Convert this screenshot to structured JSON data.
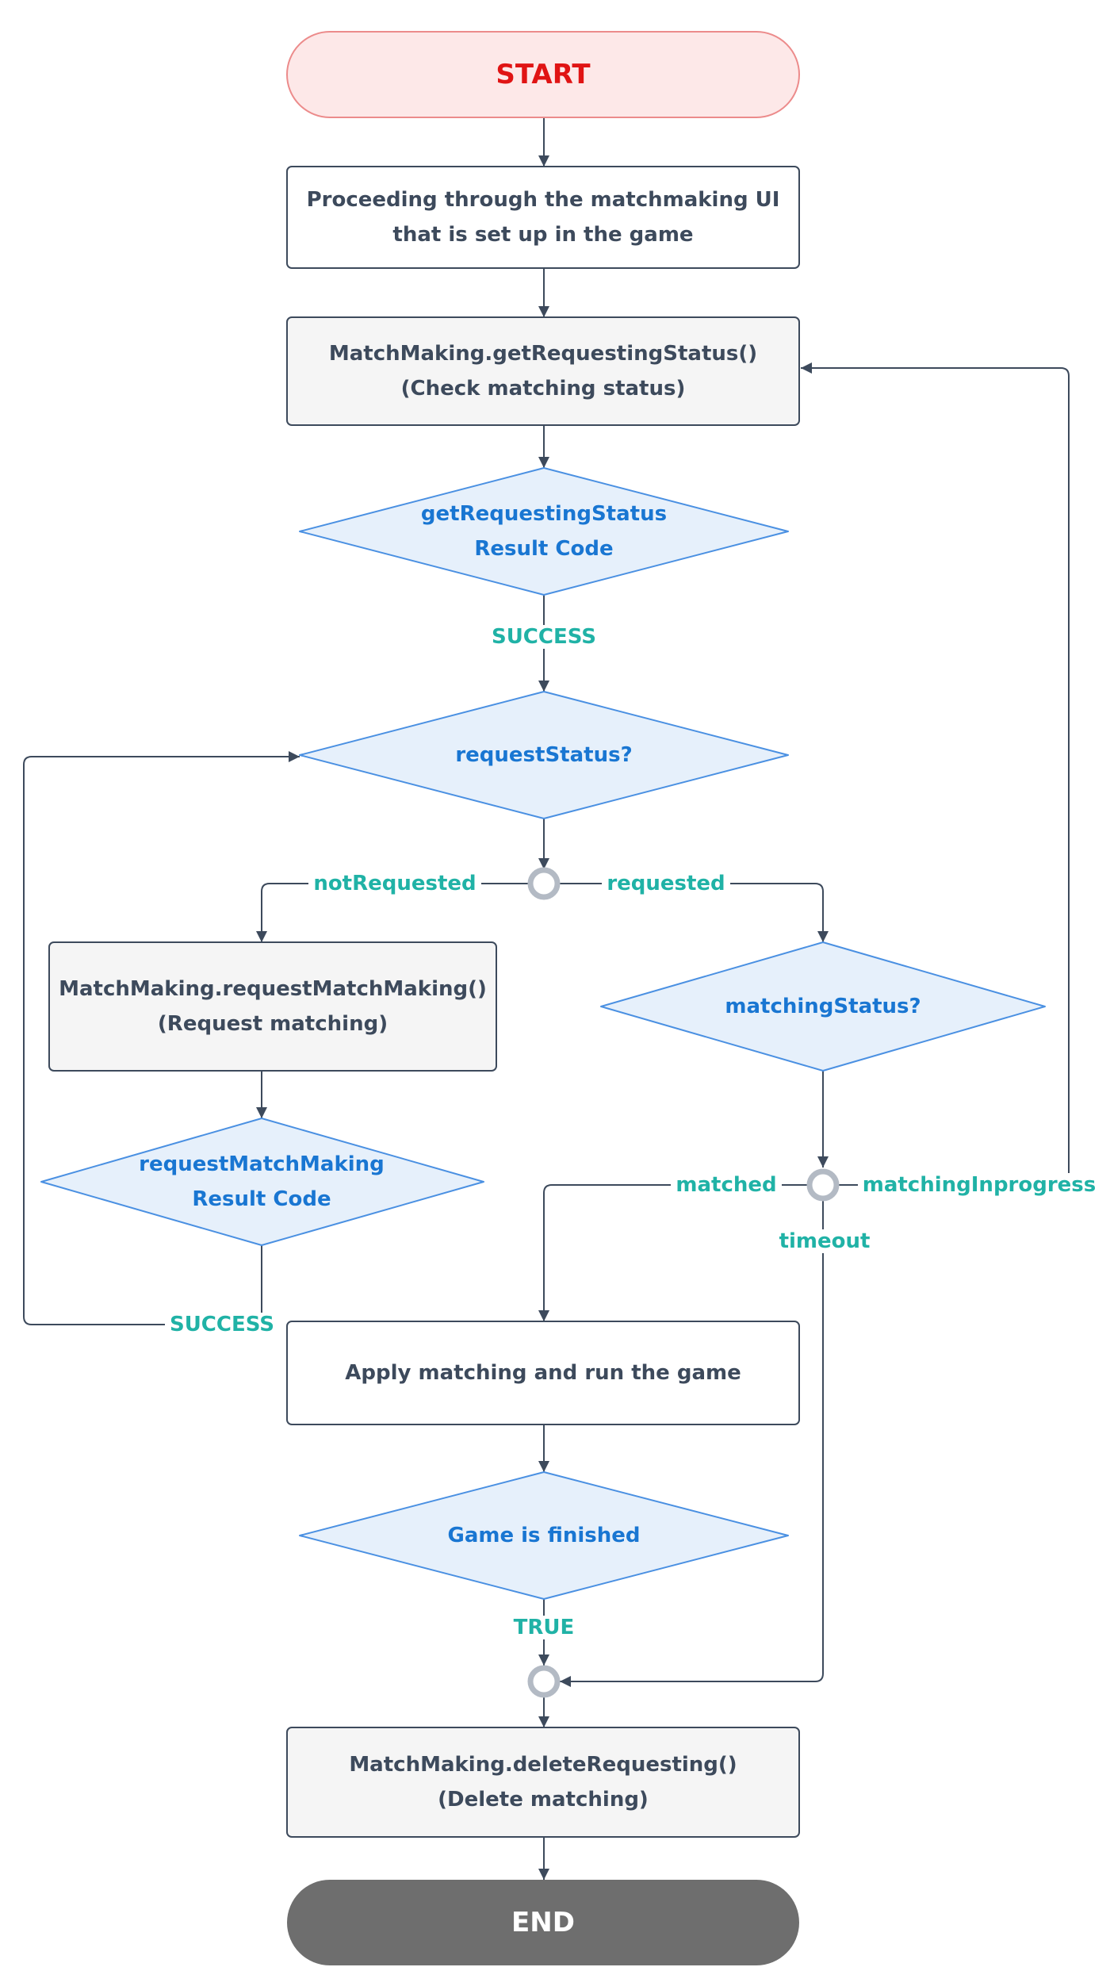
{
  "nodes": {
    "start": "START",
    "proceed": [
      "Proceeding through the matchmaking UI",
      "that is set up in the game"
    ],
    "get_status": [
      "MatchMaking.getRequestingStatus()",
      "(Check matching status)"
    ],
    "get_status_result": [
      "getRequestingStatus",
      "Result Code"
    ],
    "request_status": "requestStatus?",
    "request_match": [
      "MatchMaking.requestMatchMaking()",
      "(Request matching)"
    ],
    "request_match_result": [
      "requestMatchMaking",
      "Result Code"
    ],
    "matching_status": "matchingStatus?",
    "apply_matching": "Apply matching and run the game",
    "game_finished": "Game is finished",
    "delete_requesting": [
      "MatchMaking.deleteRequesting()",
      "(Delete matching)"
    ],
    "end": "END"
  },
  "edges": {
    "success_1": "SUCCESS",
    "not_requested": "notRequested",
    "requested": "requested",
    "matched": "matched",
    "matching_inprogress": "matchingInprogress",
    "timeout": "timeout",
    "success_2": "SUCCESS",
    "true": "TRUE"
  },
  "colors": {
    "start_fill": "#fde8e8",
    "start_stroke": "#ec8b8b",
    "start_text": "#e01414",
    "process_fill_white": "#ffffff",
    "process_fill_gray": "#f5f5f5",
    "process_stroke": "#3d4a5c",
    "decision_fill": "#e6f0fb",
    "decision_stroke": "#4a90e2",
    "decision_text": "#1976d2",
    "edge_label": "#20b2a6",
    "connector": "#b3bac4",
    "end_fill": "#6e6e6e",
    "end_text": "#ffffff"
  }
}
